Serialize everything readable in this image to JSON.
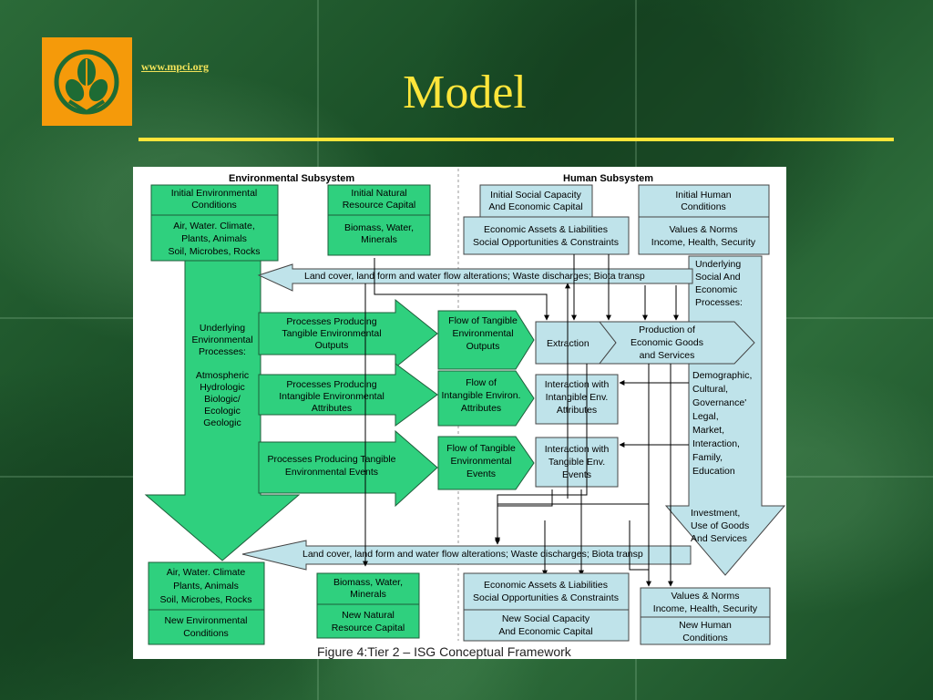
{
  "header": {
    "site_link": "www.mpci.org",
    "title": "Model"
  },
  "colors": {
    "title": "#ffe53a",
    "logo_bg": "#f59a0a",
    "env_green": "#2fd07e",
    "human_blue": "#bfe3ea"
  },
  "icons": {
    "logo": "leaf-emblem-icon"
  },
  "figure": {
    "caption": "Figure 4:Tier 2 – ISG Conceptual Framework",
    "env_heading": "Environmental Subsystem",
    "human_heading": "Human Subsystem",
    "initial_env_title": [
      "Initial Environmental",
      "Conditions"
    ],
    "initial_env_body": [
      "Air, Water. Climate,",
      "Plants, Animals",
      "Soil, Microbes, Rocks"
    ],
    "initial_nat_title": [
      "Initial Natural",
      "Resource Capital"
    ],
    "initial_nat_body": [
      "Biomass, Water,",
      "Minerals"
    ],
    "initial_social_title": [
      "Initial Social Capacity",
      "And Economic Capital"
    ],
    "econ_assets_top": [
      "Economic Assets & Liabilities",
      "Social Opportunities & Constraints"
    ],
    "initial_human_title": [
      "Initial Human",
      "Conditions"
    ],
    "values_top": [
      "Values & Norms",
      "Income, Health, Security"
    ],
    "land_cover_top": "Land cover, land form and water flow alterations; Waste discharges; Biota transp",
    "underlying_social": [
      "Underlying",
      "Social And",
      "Economic",
      "Processes:"
    ],
    "underlying_env": [
      "Underlying",
      "Environmental",
      "Processes:",
      "",
      "Atmospheric",
      "Hydrologic",
      "Biologic/",
      "Ecologic",
      "Geologic"
    ],
    "proc_tangible": [
      "Processes Producing",
      "Tangible Environmental",
      "Outputs"
    ],
    "proc_intangible": [
      "Processes Producing",
      "Intangible Environmental",
      "Attributes"
    ],
    "proc_events": [
      "Processes Producing Tangible",
      "Environmental Events"
    ],
    "flow_tangible": [
      "Flow of Tangible",
      "Environmental",
      "Outputs"
    ],
    "flow_intangible": [
      "Flow of",
      "Intangible Environ.",
      "Attributes"
    ],
    "flow_events": [
      "Flow of Tangible",
      "Environmental",
      "Events"
    ],
    "extraction": "Extraction",
    "production": [
      "Production of",
      "Economic Goods",
      "and Services"
    ],
    "interaction_intangible": [
      "Interaction with",
      "Intangible Env.",
      "Attributes"
    ],
    "interaction_events": [
      "Interaction with",
      "Tangible Env.",
      "Events"
    ],
    "demographic": [
      "Demographic,",
      "Cultural,",
      "Governance'",
      "Legal,",
      "Market,",
      "Interaction,",
      "Family,",
      "Education"
    ],
    "investment": [
      "Investment,",
      "Use of Goods",
      "And Services"
    ],
    "land_cover_bottom": "Land cover, land form and water flow alterations; Waste discharges; Biota transp",
    "bottom_env_body": [
      "Air, Water. Climate",
      "Plants, Animals",
      "Soil, Microbes, Rocks"
    ],
    "bottom_env_title": [
      "New Environmental",
      "Conditions"
    ],
    "bottom_nat_body": [
      "Biomass, Water,",
      "Minerals"
    ],
    "bottom_nat_title": [
      "New Natural",
      "Resource Capital"
    ],
    "econ_assets_bottom": [
      "Economic Assets & Liabilities",
      "Social Opportunities & Constraints"
    ],
    "new_social_title": [
      "New Social Capacity",
      "And Economic Capital"
    ],
    "values_bottom": [
      "Values & Norms",
      "Income, Health, Security"
    ],
    "new_human_title": [
      "New Human",
      "Conditions"
    ]
  }
}
